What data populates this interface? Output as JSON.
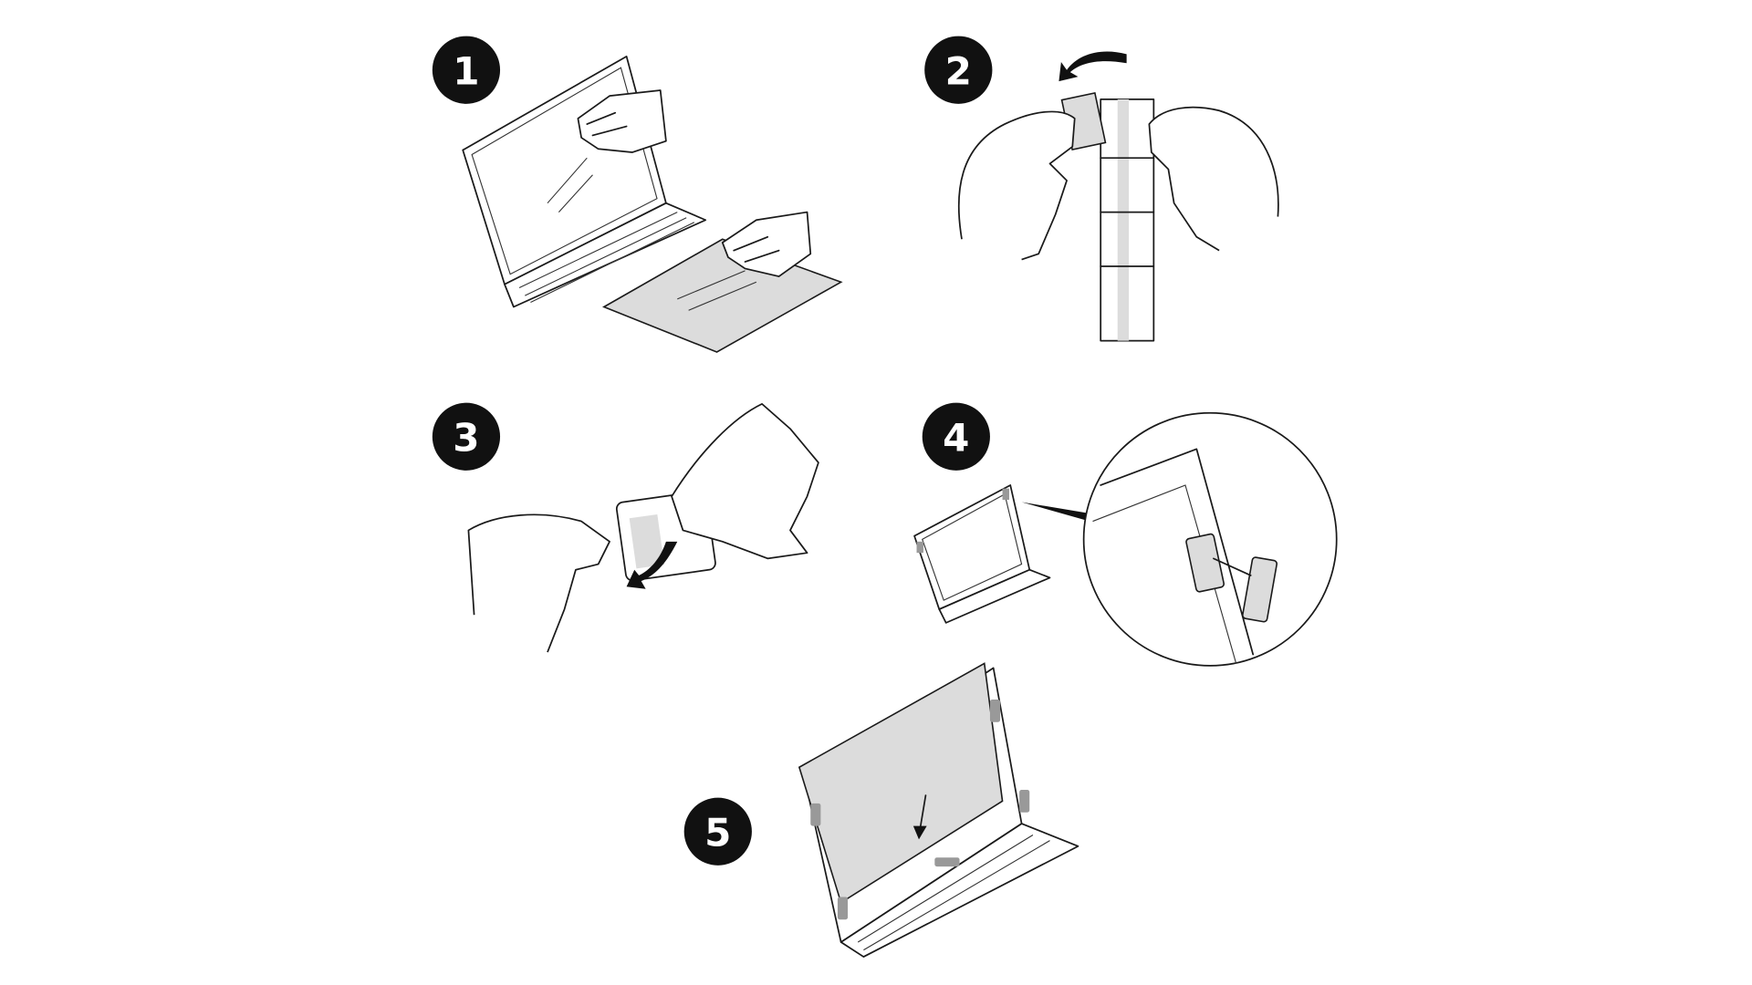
{
  "steps": [
    {
      "number": "1"
    },
    {
      "number": "2"
    },
    {
      "number": "3"
    },
    {
      "number": "4"
    },
    {
      "number": "5"
    }
  ],
  "colors": {
    "badge": "#111111",
    "film": "#dcdcdc",
    "line": "#1a1a1a"
  }
}
